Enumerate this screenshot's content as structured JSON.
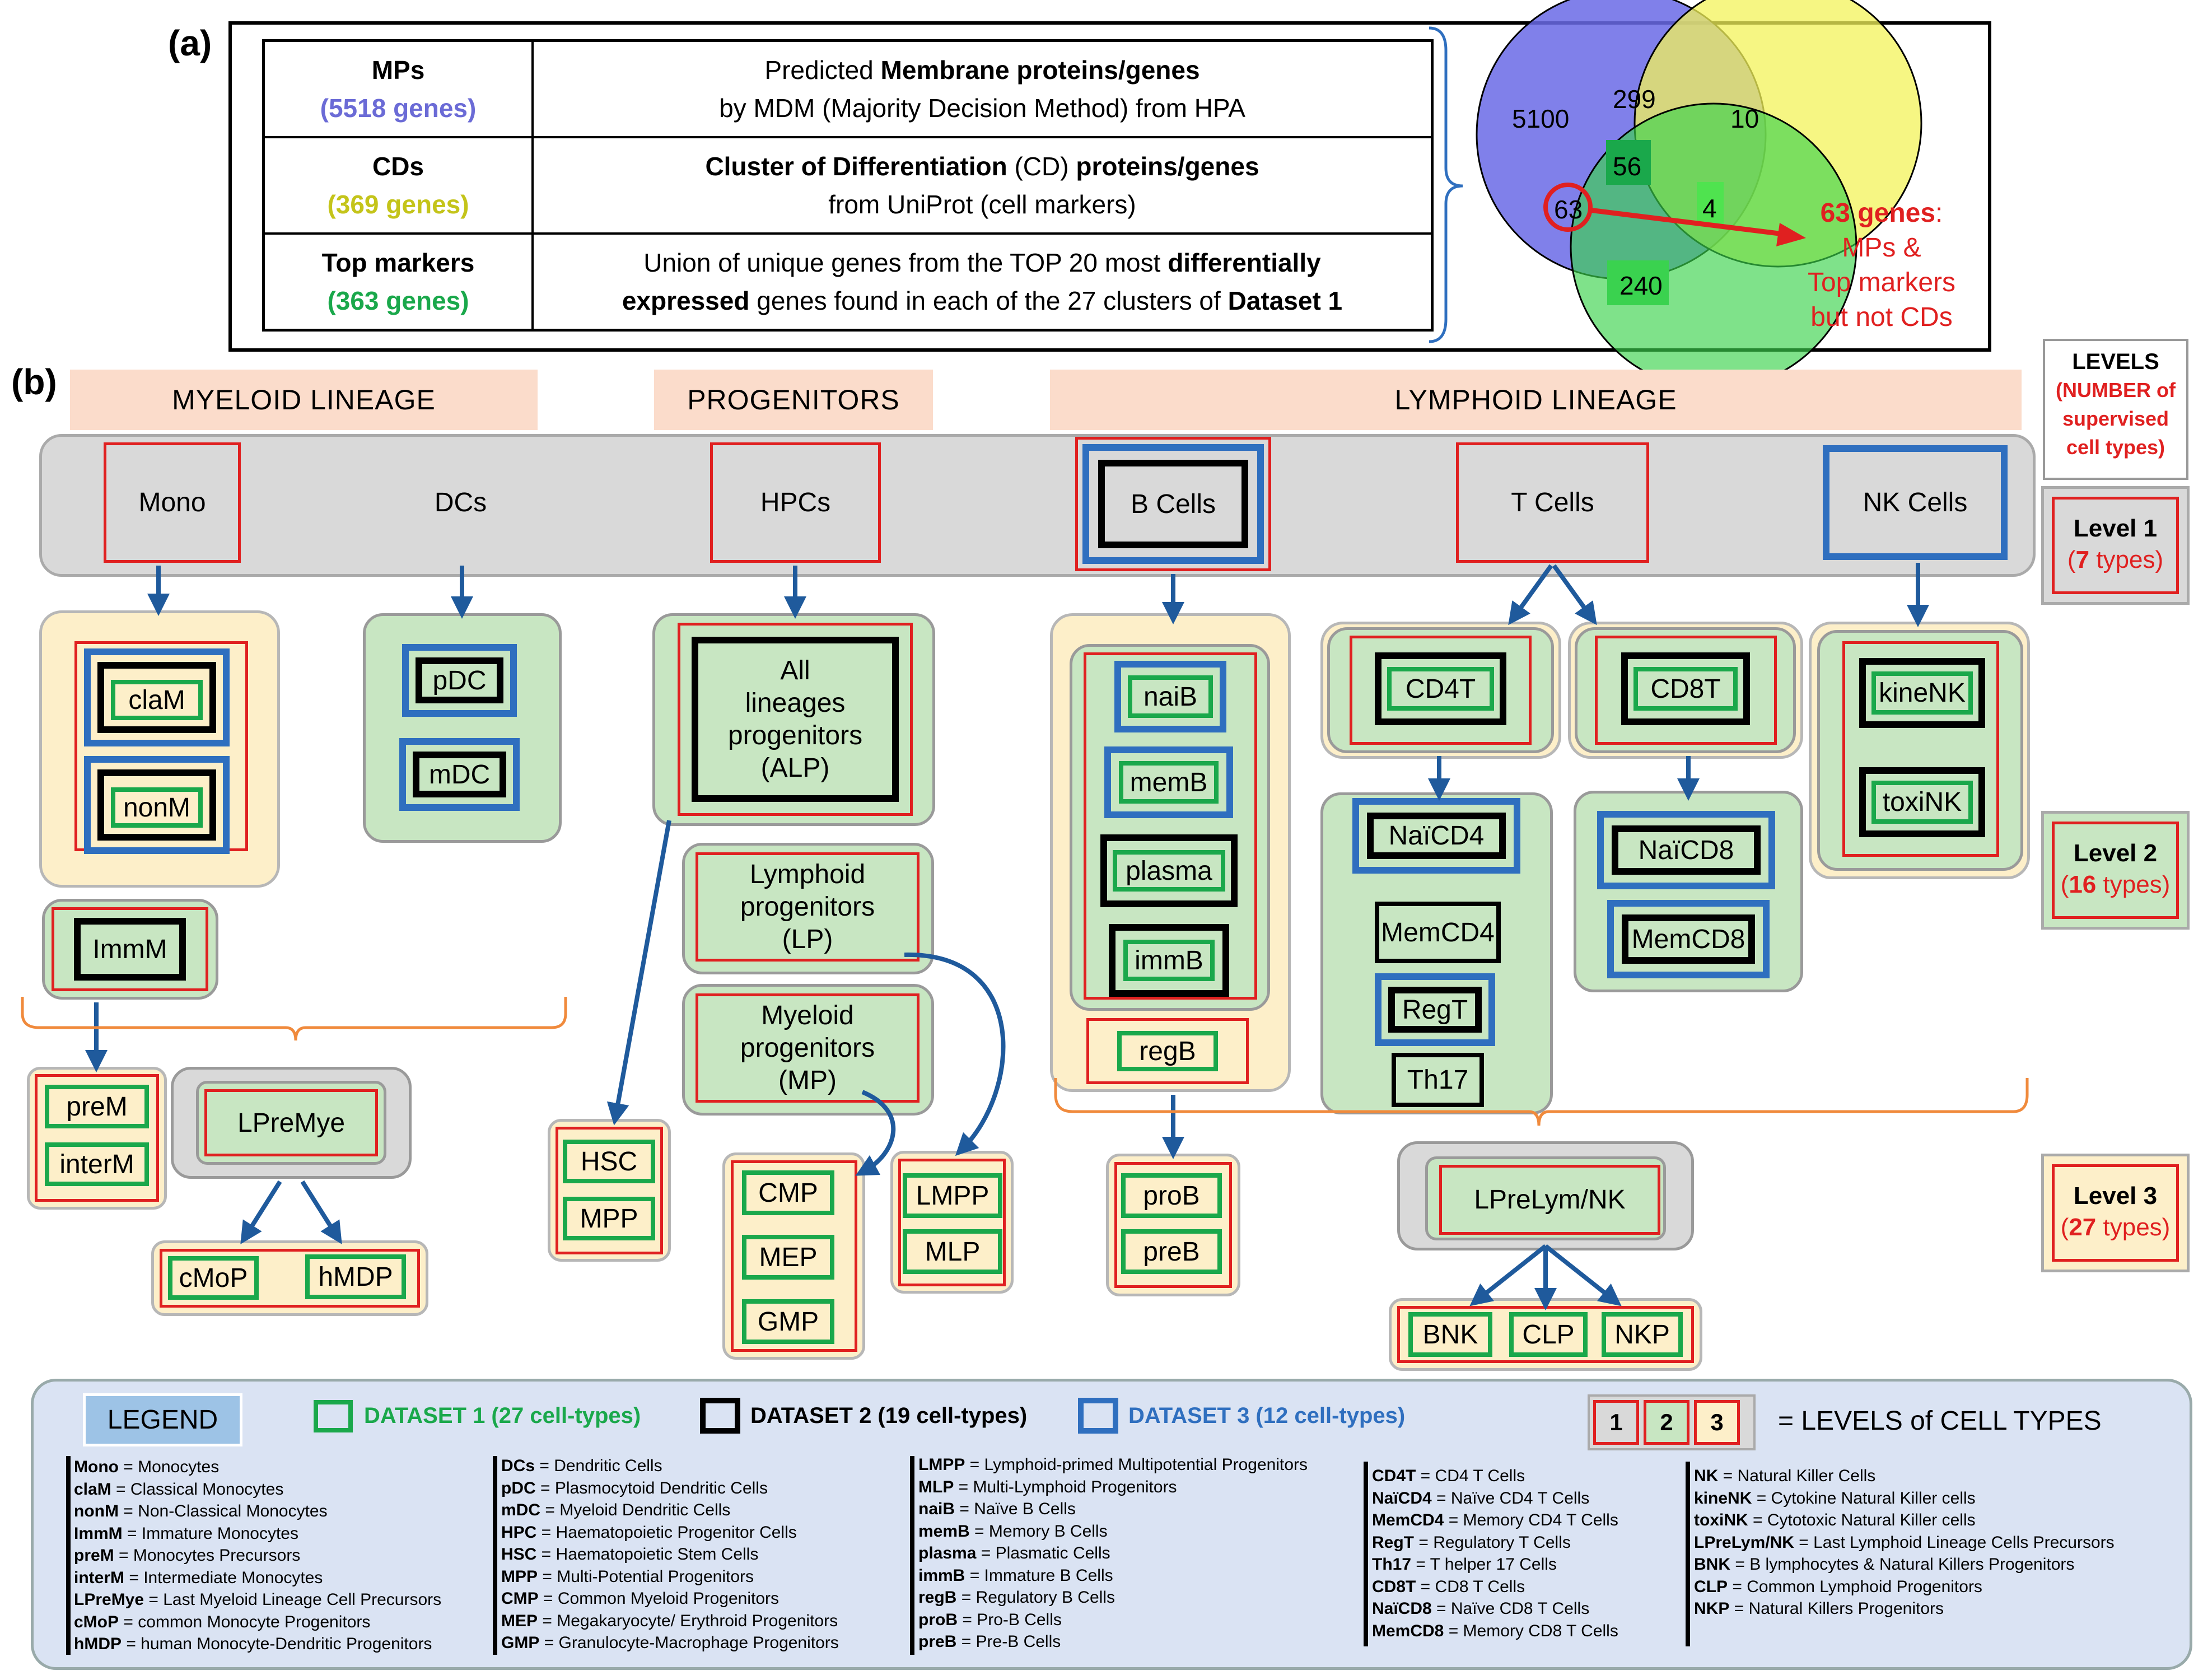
{
  "panel_a_label": "(a)",
  "panel_b_label": "(b)",
  "table": {
    "rows": [
      {
        "name": "MPs",
        "count": "(5518 genes)",
        "count_color": "#6b6bd6",
        "line1_pre": "Predicted ",
        "line1_bold": "Membrane proteins/genes",
        "line2": "by MDM (Majority Decision Method) from HPA"
      },
      {
        "name": "CDs",
        "count": "(369 genes)",
        "count_color": "#c4c41a",
        "line1_bold": "Cluster of Differentiation",
        "line1_mid": " (CD) ",
        "line1_bold2": "proteins/genes",
        "line2": "from UniProt (cell markers)"
      },
      {
        "name": "Top markers",
        "count": "(363 genes)",
        "count_color": "#1aa84b",
        "line1_pre": "Union of unique genes from the TOP 20 most ",
        "line1_bold": "differentially",
        "line2_bold": "expressed",
        "line2_mid": " genes found in each of the 27 clusters of ",
        "line2_bold2": "Dataset 1"
      }
    ]
  },
  "venn": {
    "values": [
      "5100",
      "299",
      "10",
      "56",
      "63",
      "4",
      "240"
    ],
    "callout_title": "63 genes",
    "callout_colon": ":",
    "callout_l2": "MPs &",
    "callout_l3": "Top markers",
    "callout_l4": "but not CDs"
  },
  "lineages": [
    "MYELOID LINEAGE",
    "PROGENITORS",
    "LYMPHOID LINEAGE"
  ],
  "levels": {
    "title": "LEVELS",
    "subtitle_l1": "(NUMBER of",
    "subtitle_l2": "supervised",
    "subtitle_l3": "cell types)",
    "l1": "Level 1",
    "l1c_pre": "(",
    "l1c_num": "7",
    "l1c_suf": " types)",
    "l2": "Level 2",
    "l2c_pre": "(",
    "l2c_num": "16",
    "l2c_suf": " types)",
    "l3": "Level 3",
    "l3c_pre": "(",
    "l3c_num": "27",
    "l3c_suf": " types)"
  },
  "nodes": {
    "mono": "Mono",
    "dcs": "DCs",
    "hpcs": "HPCs",
    "bcells": "B Cells",
    "tcells": "T Cells",
    "nkcells": "NK Cells",
    "claM": "claM",
    "nonM": "nonM",
    "pDC": "pDC",
    "mDC": "mDC",
    "alp_l1": "All",
    "alp_l2": "lineages",
    "alp_l3": "progenitors",
    "alp_l4": "(ALP)",
    "lp_l1": "Lymphoid",
    "lp_l2": "progenitors",
    "lp_l3": "(LP)",
    "mp_l1": "Myeloid",
    "mp_l2": "progenitors",
    "mp_l3": "(MP)",
    "naiB": "naiB",
    "memB": "memB",
    "plasma": "plasma",
    "immB": "immB",
    "regB": "regB",
    "CD4T": "CD4T",
    "CD8T": "CD8T",
    "NaiCD4": "NaïCD4",
    "MemCD4": "MemCD4",
    "RegT": "RegT",
    "Th17": "Th17",
    "NaiCD8": "NaïCD8",
    "MemCD8": "MemCD8",
    "kineNK": "kineNK",
    "toxiNK": "toxiNK",
    "ImmM": "ImmM",
    "preM": "preM",
    "interM": "interM",
    "LPreMye": "LPreMye",
    "cMoP": "cMoP",
    "hMDP": "hMDP",
    "HSC": "HSC",
    "MPP": "MPP",
    "CMP": "CMP",
    "MEP": "MEP",
    "GMP": "GMP",
    "LMPP": "LMPP",
    "MLP": "MLP",
    "proB": "proB",
    "preB": "preB",
    "LPreLym": "LPreLym/NK",
    "BNK": "BNK",
    "CLP": "CLP",
    "NKP": "NKP"
  },
  "legend": {
    "title": "LEGEND",
    "ds1": "DATASET 1 (27 cell-types)",
    "ds2": "DATASET 2 (19 cell-types)",
    "ds3": "DATASET 3 (12 cell-types)",
    "lv1": "1",
    "lv2": "2",
    "lv3": "3",
    "levels_text": "=  LEVELS of CELL TYPES",
    "col1": [
      [
        "Mono",
        " = Monocytes"
      ],
      [
        "claM",
        " = Classical Monocytes"
      ],
      [
        "nonM",
        " = Non-Classical Monocytes"
      ],
      [
        "ImmM",
        " = Immature Monocytes"
      ],
      [
        "preM",
        " = Monocytes Precursors"
      ],
      [
        "interM",
        " = Intermediate Monocytes"
      ],
      [
        "LPreMye",
        " = Last Myeloid Lineage Cell Precursors"
      ],
      [
        "cMoP",
        " = common Monocyte Progenitors"
      ],
      [
        "hMDP",
        " = human Monocyte-Dendritic Progenitors"
      ]
    ],
    "col2": [
      [
        "DCs",
        " = Dendritic Cells"
      ],
      [
        "pDC",
        " = Plasmocytoid Dendritic Cells"
      ],
      [
        "mDC",
        " = Myeloid Dendritic Cells"
      ],
      [
        "HPC",
        " = Haematopoietic Progenitor Cells"
      ],
      [
        "HSC",
        " = Haematopoietic Stem Cells"
      ],
      [
        "MPP",
        " = Multi-Potential Progenitors"
      ],
      [
        "CMP",
        " = Common Myeloid Progenitors"
      ],
      [
        "MEP",
        " = Megakaryocyte/ Erythroid Progenitors"
      ],
      [
        "GMP",
        " = Granulocyte-Macrophage Progenitors"
      ]
    ],
    "col3": [
      [
        "LMPP",
        " = Lymphoid-primed Multipotential Progenitors"
      ],
      [
        "MLP",
        " = Multi-Lymphoid Progenitors"
      ],
      [
        "naiB",
        " = Naïve B Cells"
      ],
      [
        "memB",
        " = Memory B Cells"
      ],
      [
        "plasma",
        " = Plasmatic Cells"
      ],
      [
        "immB",
        " = Immature B Cells"
      ],
      [
        "regB",
        " = Regulatory B Cells"
      ],
      [
        "proB",
        " = Pro-B Cells"
      ],
      [
        "preB",
        " = Pre-B Cells"
      ]
    ],
    "col4": [
      [
        "CD4T",
        " = CD4 T Cells"
      ],
      [
        "NaïCD4",
        " = Naïve CD4 T Cells"
      ],
      [
        "MemCD4 ",
        "= Memory CD4 T Cells"
      ],
      [
        "RegT",
        " = Regulatory T Cells"
      ],
      [
        "Th17",
        " = T helper 17 Cells"
      ],
      [
        "CD8T",
        " = CD8 T Cells"
      ],
      [
        "NaïCD8",
        " = Naïve CD8 T Cells"
      ],
      [
        "MemCD8 ",
        "= Memory CD8 T Cells"
      ]
    ],
    "col5": [
      [
        "NK",
        " = Natural Killer Cells"
      ],
      [
        "kineNK",
        " = Cytokine Natural Killer cells"
      ],
      [
        "toxiNK",
        " = Cytotoxic Natural Killer cells"
      ],
      [
        "LPreLym/NK",
        " = Last Lymphoid Lineage Cells Precursors"
      ],
      [
        "BNK",
        " = B lymphocytes & Natural Killers Progenitors"
      ],
      [
        "CLP",
        " = Common Lymphoid Progenitors"
      ],
      [
        "NKP",
        " = Natural Killers Progenitors"
      ]
    ]
  },
  "colors": {
    "red": "#e02020",
    "green": "#1aa84b",
    "blue": "#2f6fbf",
    "navy": "#1f5a9c",
    "orange": "#f08a3c"
  }
}
